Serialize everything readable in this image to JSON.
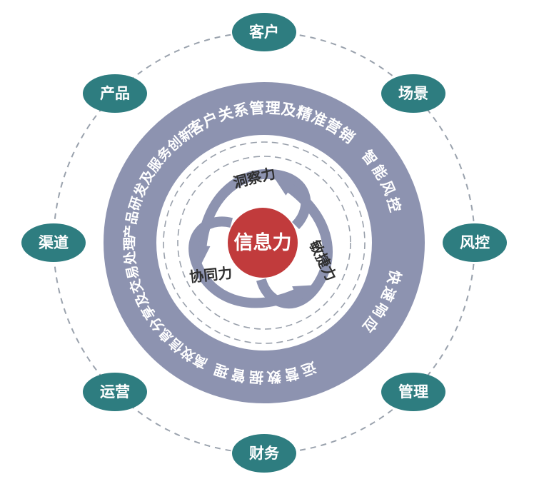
{
  "diagram": {
    "center_label": "信息力",
    "inner_forces": [
      {
        "label": "洞察力"
      },
      {
        "label": "敏捷力"
      },
      {
        "label": "协同力"
      }
    ],
    "ring_segments": [
      {
        "label": "客户关系管理及精准营销"
      },
      {
        "label": "智能风控"
      },
      {
        "label": "快速响应"
      },
      {
        "label": "运营数据管理"
      },
      {
        "label": "高效信息分享及交易处理"
      },
      {
        "label": "产品研发及服务创新"
      }
    ],
    "outer_nodes": [
      {
        "label": "客户"
      },
      {
        "label": "场景"
      },
      {
        "label": "风控"
      },
      {
        "label": "管理"
      },
      {
        "label": "财务"
      },
      {
        "label": "运营"
      },
      {
        "label": "渠道"
      },
      {
        "label": "产品"
      }
    ],
    "colors": {
      "node_teal": "#2e7d80",
      "ring_slate": "#8d93b0",
      "center_red": "#c13b3c",
      "ring_text": "#ffffff",
      "inner_label": "#2f2f2f",
      "dash_gray": "#9aa2ad"
    }
  }
}
